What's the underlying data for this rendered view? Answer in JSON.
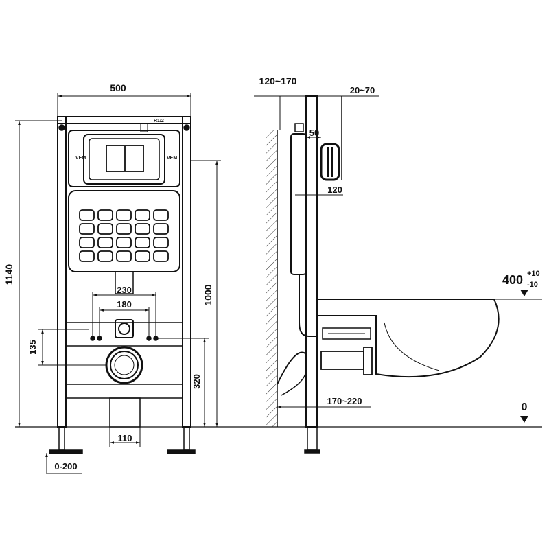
{
  "dimensions": {
    "frame_width": "500",
    "total_height": "1140",
    "button_height": "1000",
    "bolt_spacing_outer": "230",
    "bolt_spacing_inner": "180",
    "drain_offset": "135",
    "drain_height": "320",
    "foot_width": "110",
    "foot_adjust": "0-200",
    "depth_range": "120~170",
    "wall_thickness": "20~70",
    "panel_depth": "50",
    "flange": "120",
    "bowl_range": "170~220",
    "bowl_height_base": "400",
    "tolerance_plus": "+10",
    "tolerance_minus": "-10",
    "floor_level": "0"
  },
  "labels": {
    "inlet": "R1/2",
    "tank_mark_left": "VEM",
    "tank_mark_right": "VEM"
  }
}
